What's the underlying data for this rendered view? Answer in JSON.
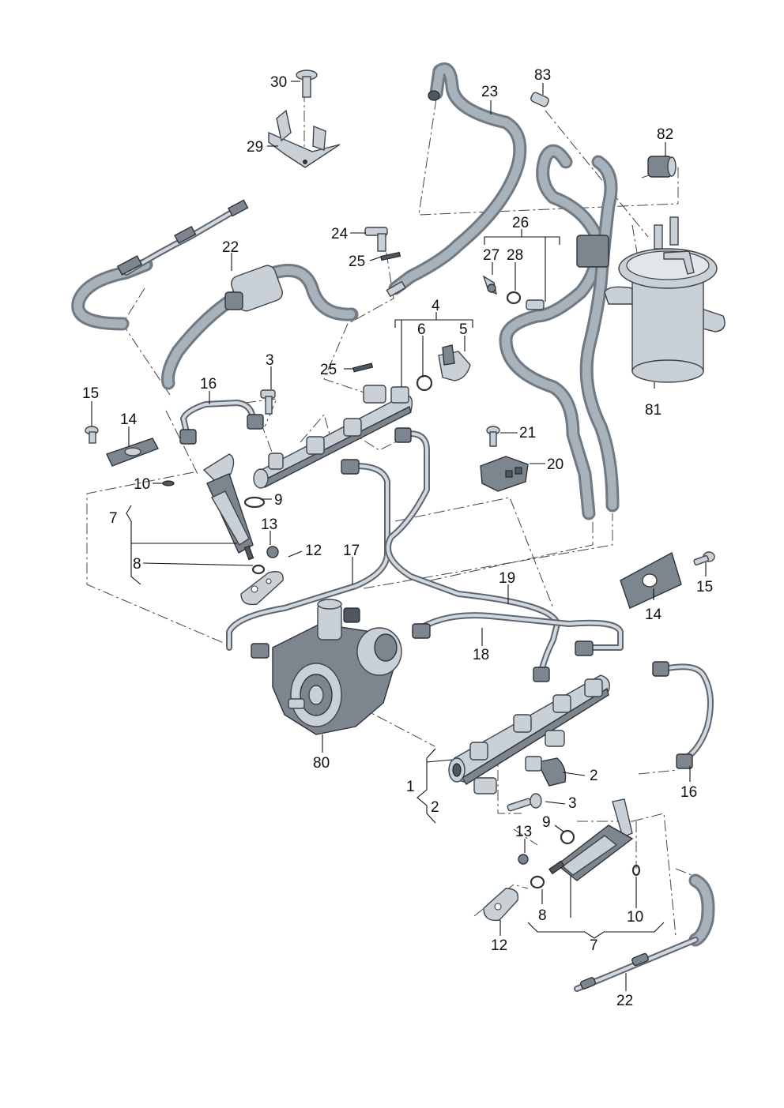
{
  "diagram": {
    "part_labels": {
      "p30": "30",
      "p29": "29",
      "p23": "23",
      "p83": "83",
      "p82": "82",
      "p22_top": "22",
      "p24": "24",
      "p25_top": "25",
      "p26": "26",
      "p27": "27",
      "p28": "28",
      "p4": "4",
      "p6": "6",
      "p5": "5",
      "p3_top": "3",
      "p25_mid": "25",
      "p16_top": "16",
      "p15_left": "15",
      "p14_left": "14",
      "p81": "81",
      "p21": "21",
      "p20": "20",
      "p10_left": "10",
      "p9_left": "9",
      "p7_left": "7",
      "p13_left": "13",
      "p8_left": "8",
      "p12_left": "12",
      "p17": "17",
      "p19": "19",
      "p18": "18",
      "p14_right": "14",
      "p15_right": "15",
      "p80": "80",
      "p1": "1",
      "p2_left": "2",
      "p2_right": "2",
      "p3_bottom": "3",
      "p16_right": "16",
      "p9_right": "9",
      "p13_right": "13",
      "p8_right": "8",
      "p10_right": "10",
      "p12_right": "12",
      "p7_right": "7",
      "p22_bottom": "22"
    }
  }
}
